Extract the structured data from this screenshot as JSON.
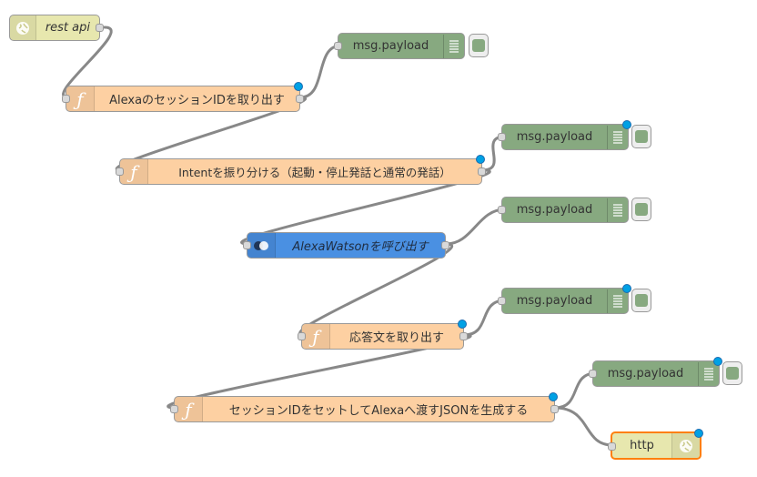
{
  "nodes": {
    "rest_api": "rest api",
    "alexa_session": "AlexaのセッションIDを取り出す",
    "intent": "Intentを振り分ける（起動・停止発話と通常の発話）",
    "alexa_watson": "AlexaWatsonを呼び出す",
    "response": "応答文を取り出す",
    "set_session": "セッションIDをセットしてAlexaへ渡すJSONを生成する",
    "http": "http",
    "debug1": "msg.payload",
    "debug2": "msg.payload",
    "debug3": "msg.payload",
    "debug4": "msg.payload",
    "debug5": "msg.payload"
  },
  "icons": {
    "inject": "globe-icon",
    "function": "function-icon",
    "watson": "chat-bubble-icon",
    "debug": "list-lines-icon",
    "http": "globe-icon"
  },
  "colors": {
    "function": "#fdd0a2",
    "debug": "#87a980",
    "inject": "#e7e7ae",
    "watson": "#4a90e2",
    "wire": "#888888",
    "changed_badge": "#00a1e4",
    "selected": "#ff7f0e"
  }
}
